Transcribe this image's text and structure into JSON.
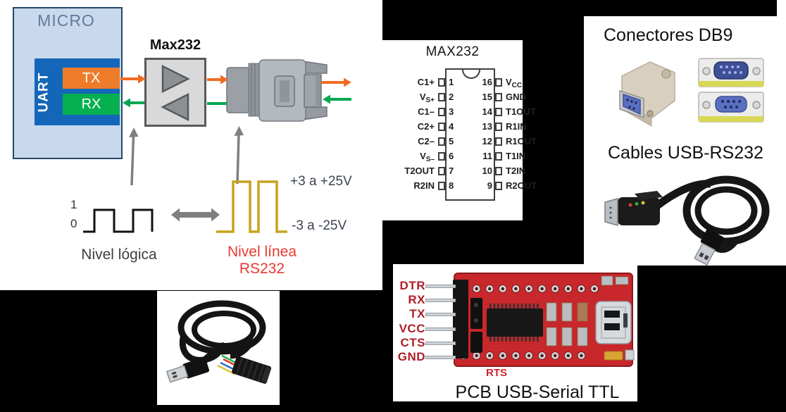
{
  "left_diagram": {
    "micro_label": "MICRO",
    "uart_label": "UART",
    "tx_label": "TX",
    "rx_label": "RX",
    "max232_label": "Max232",
    "logic_levels": {
      "high": "1",
      "low": "0"
    },
    "logic_caption": "Nivel lógica",
    "rs232_high_label": "+3 a +25V",
    "rs232_low_label": "-3 a -25V",
    "rs232_caption": [
      "Nivel línea",
      "RS232"
    ],
    "colors": {
      "tx_orange": "#EE7C2B",
      "rx_green": "#06B050",
      "uart_blue": "#1467B8",
      "micro_fill": "#C9D9ED",
      "micro_border": "#24486E",
      "wave_gold": "#C9A21E",
      "logic_wave_black": "#111111",
      "red_caption": "#E8392F",
      "arrow_gray": "#7F7F7F"
    }
  },
  "max232_pinout": {
    "title": "MAX232",
    "left_pins": [
      {
        "num": "1",
        "name": "C1+",
        "sub": ""
      },
      {
        "num": "2",
        "name": "V",
        "sub": "S+"
      },
      {
        "num": "3",
        "name": "C1–",
        "sub": ""
      },
      {
        "num": "4",
        "name": "C2+",
        "sub": ""
      },
      {
        "num": "5",
        "name": "C2–",
        "sub": ""
      },
      {
        "num": "6",
        "name": "V",
        "sub": "S–"
      },
      {
        "num": "7",
        "name": "T2OUT",
        "sub": ""
      },
      {
        "num": "8",
        "name": "R2IN",
        "sub": ""
      }
    ],
    "right_pins": [
      {
        "num": "16",
        "name": "V",
        "sub": "CC"
      },
      {
        "num": "15",
        "name": "GND",
        "sub": ""
      },
      {
        "num": "14",
        "name": "T1OUT",
        "sub": ""
      },
      {
        "num": "13",
        "name": "R1IN",
        "sub": ""
      },
      {
        "num": "12",
        "name": "R1OUT",
        "sub": ""
      },
      {
        "num": "11",
        "name": "T1IN",
        "sub": ""
      },
      {
        "num": "10",
        "name": "T2IN",
        "sub": ""
      },
      {
        "num": "9",
        "name": "R2OUT",
        "sub": ""
      }
    ]
  },
  "right_panel": {
    "db9_title": "Conectores DB9",
    "cables_title": "Cables USB-RS232"
  },
  "pcb_panel": {
    "pin_labels": [
      "DTR",
      "RX",
      "TX",
      "VCC",
      "CTS",
      "GND"
    ],
    "rts_label": "RTS",
    "caption": "PCB USB-Serial TTL"
  }
}
